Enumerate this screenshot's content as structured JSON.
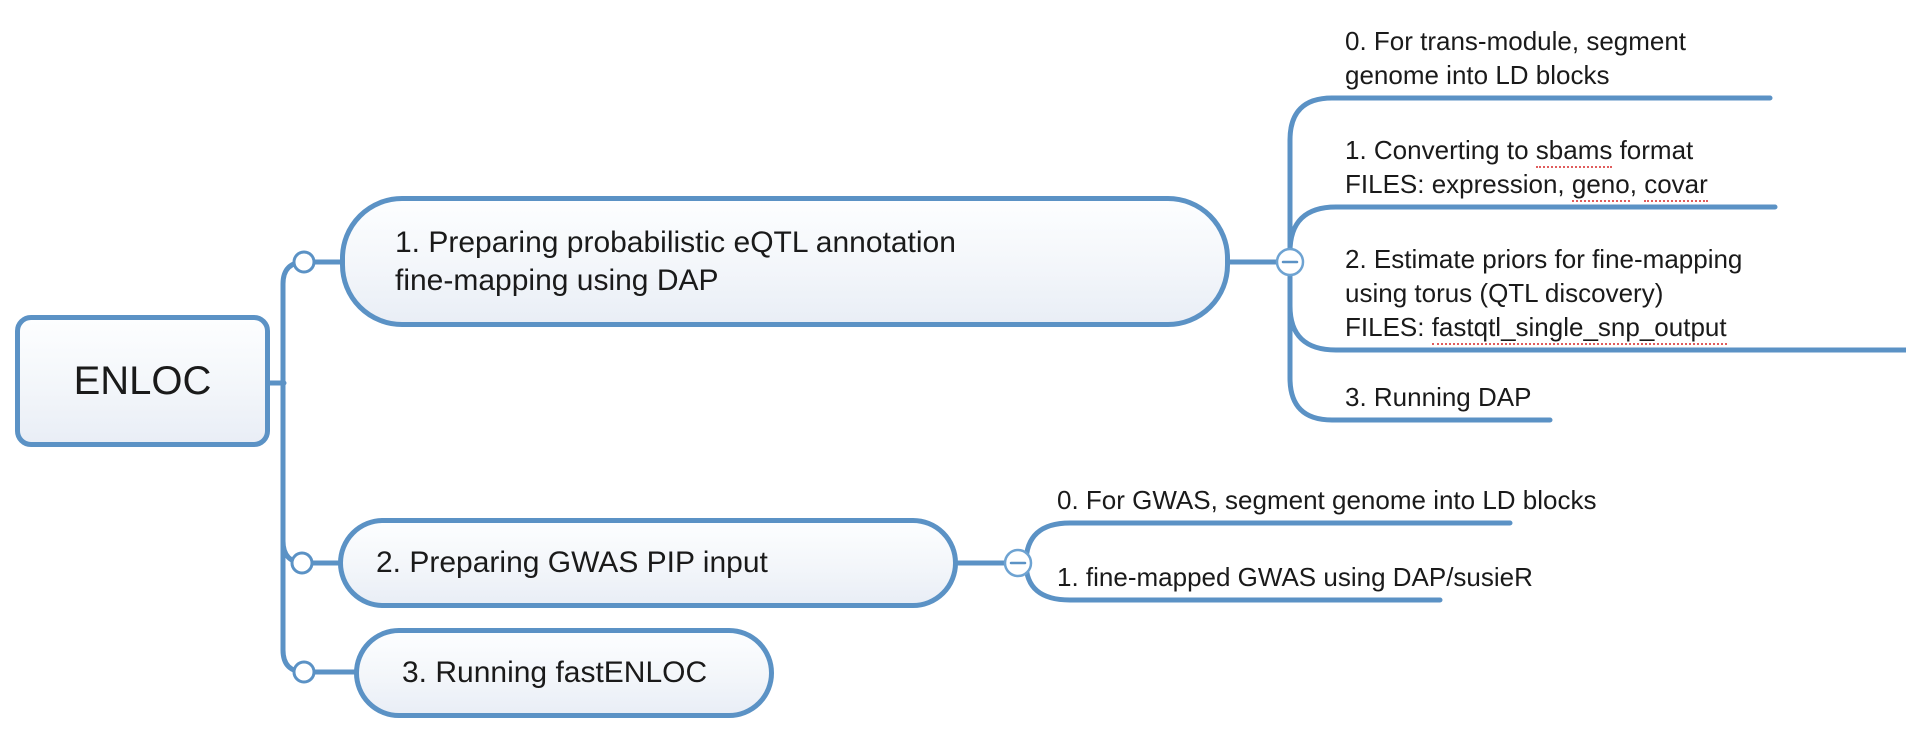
{
  "colors": {
    "line_blue": "#5b92c5",
    "misspelling_red": "#e05d5d",
    "text": "#1a1a1a"
  },
  "root": {
    "label": "ENLOC"
  },
  "branches": [
    {
      "label_lines": [
        "1. Preparing probabilistic eQTL annotation",
        "fine-mapping using DAP"
      ],
      "collapse_icon": "minus",
      "children": [
        {
          "lines": [
            [
              {
                "t": "0. For trans-module, segment"
              }
            ],
            [
              {
                "t": "genome into LD blocks"
              }
            ]
          ]
        },
        {
          "lines": [
            [
              {
                "t": "1. Converting to "
              },
              {
                "t": "sbams",
                "u": true
              },
              {
                "t": " format"
              }
            ],
            [
              {
                "t": "FILES: expression, "
              },
              {
                "t": "geno",
                "u": true
              },
              {
                "t": ", "
              },
              {
                "t": "covar",
                "u": true
              }
            ]
          ]
        },
        {
          "lines": [
            [
              {
                "t": "2. Estimate priors for fine-mapping"
              }
            ],
            [
              {
                "t": "using torus (QTL discovery)"
              }
            ],
            [
              {
                "t": "FILES: "
              },
              {
                "t": "fastqtl_single_snp_output",
                "u": true
              }
            ]
          ]
        },
        {
          "lines": [
            [
              {
                "t": "3. Running DAP"
              }
            ]
          ]
        }
      ]
    },
    {
      "label_lines": [
        "2. Preparing GWAS PIP input"
      ],
      "collapse_icon": "minus",
      "children": [
        {
          "lines": [
            [
              {
                "t": "0. For GWAS, segment genome into LD blocks"
              }
            ]
          ]
        },
        {
          "lines": [
            [
              {
                "t": "1. fine-mapped GWAS using DAP/susieR"
              }
            ]
          ]
        }
      ]
    },
    {
      "label_lines": [
        "3. Running fastENLOC"
      ],
      "collapse_icon": null,
      "children": []
    }
  ]
}
